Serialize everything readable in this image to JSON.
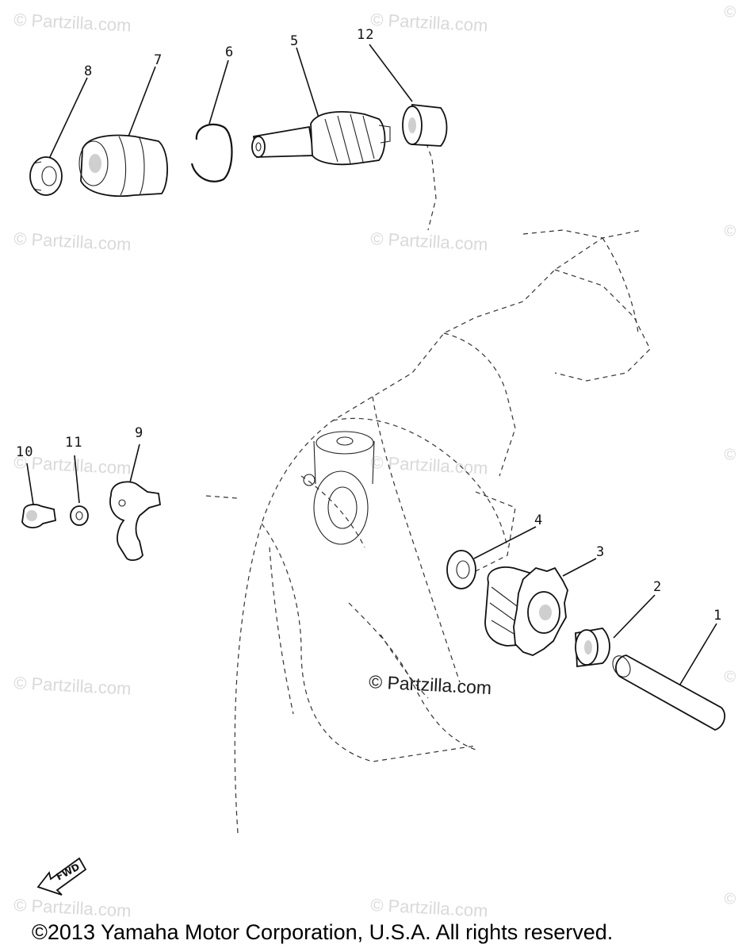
{
  "watermark": {
    "text": "© Partzilla.com",
    "corner_mark": "©"
  },
  "callouts": {
    "p1": "1",
    "p2": "2",
    "p3": "3",
    "p4": "4",
    "p5": "5",
    "p6": "6",
    "p7": "7",
    "p8": "8",
    "p9": "9",
    "p10": "10",
    "p11": "11",
    "p12": "12"
  },
  "fwd_label": "FWD",
  "copyright": "©2013 Yamaha Motor Corporation, U.S.A. All rights reserved."
}
